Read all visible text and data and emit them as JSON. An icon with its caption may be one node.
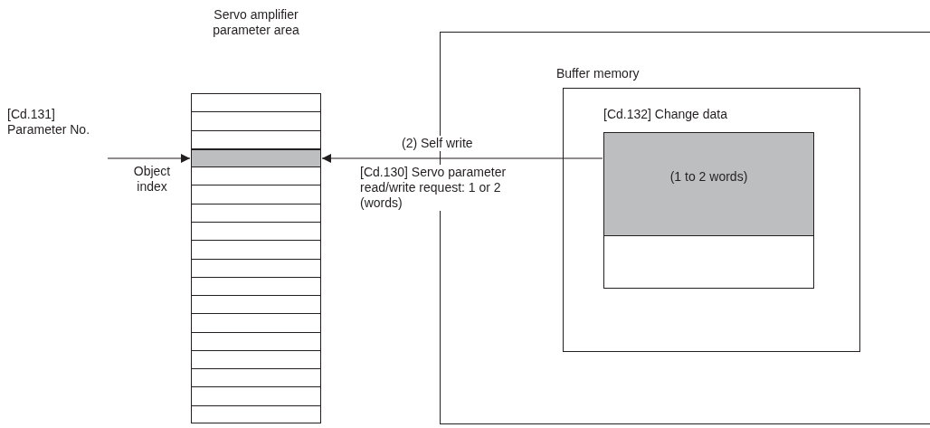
{
  "diagram": {
    "nodes": [
      {
        "text": [
          "Servo amplifier parameter area"
        ]
      },
      {
        "text": [],
        "shape": "bar",
        "in": 0,
        "beside": [
          "Object index"
        ]
      },
      {
        "text": [
          "[Cd.131] Parameter No."
        ]
      },
      {
        "text": [],
        "shape": "box"
      },
      {
        "text": [
          "Buffer memory"
        ],
        "in": 3
      },
      {
        "text": [
          "[Cd.132] Change data"
        ],
        "in": 4
      },
      {
        "text": [
          "(1 to 2 words)"
        ],
        "in": 5
      }
    ],
    "edges": [
      {
        "from": 2,
        "to": 1,
        "arrow": "to"
      },
      {
        "from": 6,
        "to": 1,
        "arrow": "to",
        "label": "(2) Self write"
      }
    ],
    "labels": [
      "[Cd.130] Servo parameter read/write request: 1 or 2 (words)"
    ]
  }
}
